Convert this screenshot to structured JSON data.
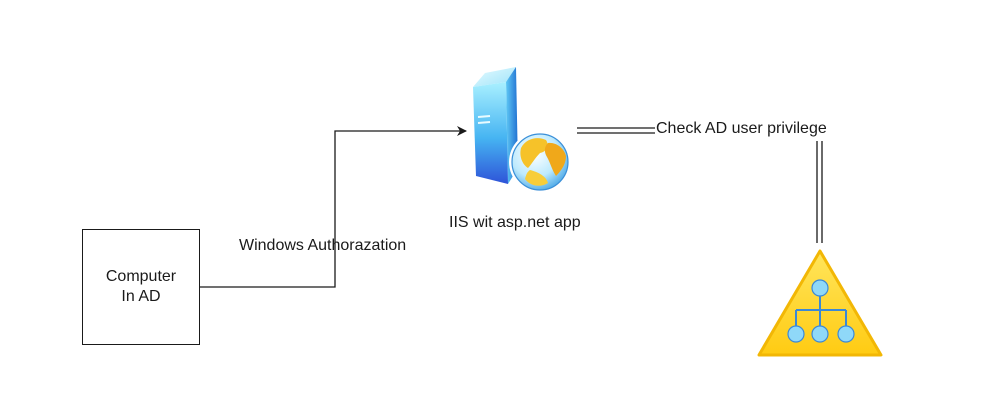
{
  "nodes": {
    "computer": {
      "line1": "Computer",
      "line2": "In AD"
    },
    "iis_server": {
      "label": "IIS wit asp.net app",
      "icon": "web-server-icon"
    },
    "active_directory": {
      "icon": "ad-hierarchy-icon"
    }
  },
  "edges": {
    "windows_auth": {
      "label": "Windows Authorazation"
    },
    "check_privilege": {
      "label": "Check AD user privilege"
    }
  },
  "colors": {
    "line": "#1a1a1a",
    "triangle_fill": "#ffd21f",
    "triangle_stroke": "#f2b705",
    "node_blue": "#8fd8f8",
    "server_blue": "#3f8cf0"
  }
}
